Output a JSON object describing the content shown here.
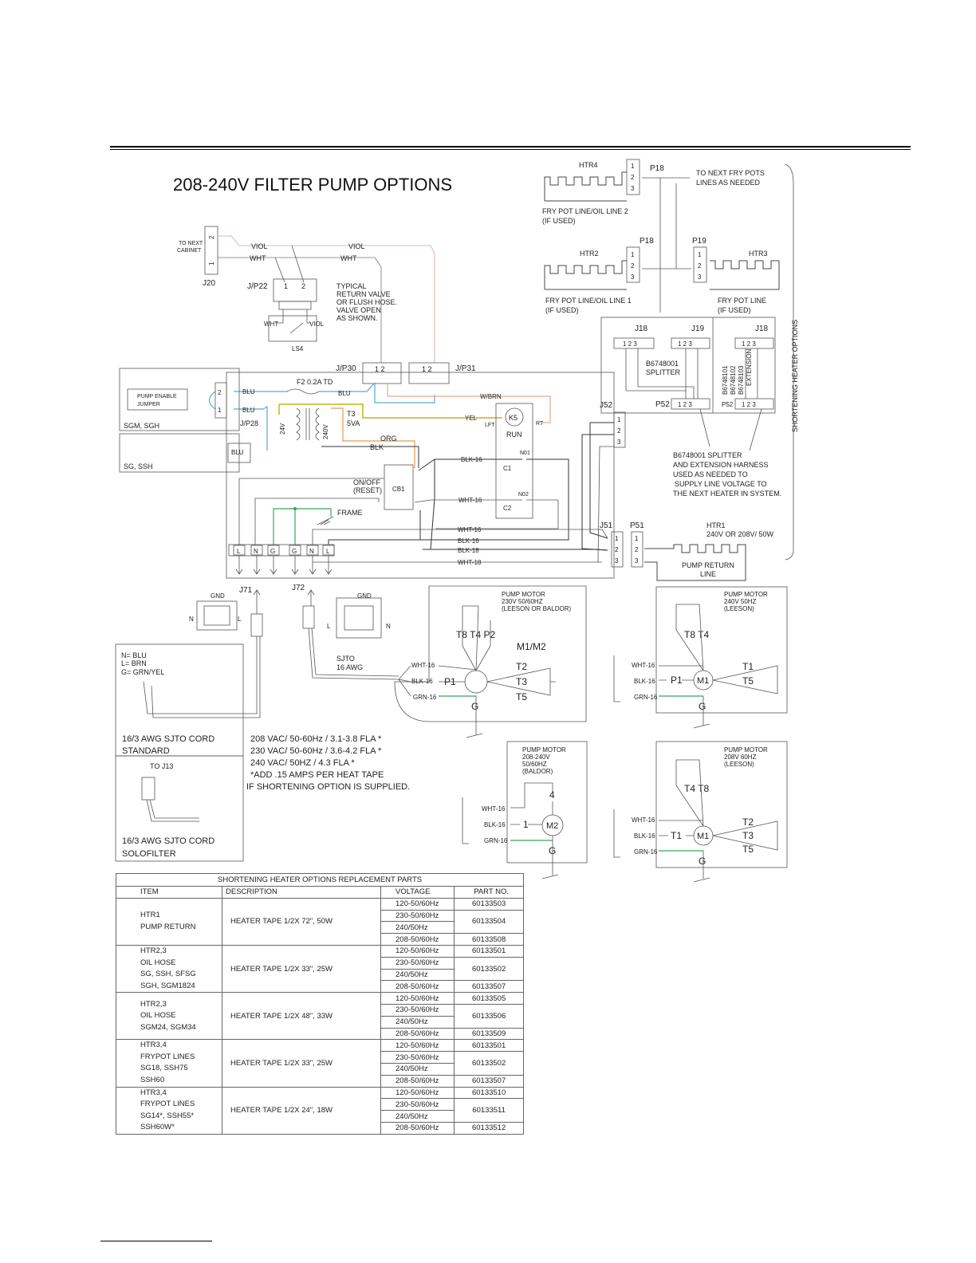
{
  "title": "208-240V FILTER PUMP OPTIONS",
  "side_label": "SHORTENING HEATER OPTIONS",
  "colors": {
    "blue": "#5aa9d6",
    "yellow": "#c9b21e",
    "orange": "#e39a52",
    "green": "#3aa55a",
    "pink": "#d7a0a0",
    "black": "#222222",
    "grey": "#888888"
  },
  "heaters": {
    "htr4": "HTR4",
    "htr2": "HTR2",
    "htr3": "HTR3",
    "htr1": "HTR1",
    "htr1_rating": "240V OR 208V/ 50W",
    "p18": "P18",
    "p19": "P19",
    "next_pots": "TO NEXT FRY POTS",
    "next_pots2": "LINES AS NEEDED",
    "line2": "FRY POT LINE/OIL LINE 2",
    "line2_used": "(IF USED)",
    "line1": "FRY POT LINE/OIL LINE 1",
    "line1_used": "(IF USED)",
    "line3": "FRY POT LINE",
    "line3_used": "(IF USED)",
    "j18a": "J18",
    "j19": "J19",
    "j18b": "J18",
    "pins": "1  2  3",
    "splitter1": "B6748001",
    "splitter2": "SPLITTER",
    "ext1": "B6748101",
    "ext2": "B6748102",
    "ext3": "B6748103",
    "ext4": "EXTENSION",
    "p52a": "P52",
    "p52b": "P52",
    "harness1": "B6748001 SPLITTER",
    "harness2": "AND EXTENSION HARNESS",
    "harness3": "USED AS NEEDED TO",
    "harness4": "SUPPLY LINE VOLTAGE TO",
    "harness5": "THE NEXT HEATER IN SYSTEM.",
    "pump_return1": "PUMP RETURN",
    "pump_return2": "LINE"
  },
  "valve": {
    "to_next1": "TO NEXT",
    "to_next2": "CABINET",
    "j20": "J20",
    "jp22": "J/P22",
    "viol": "VIOL",
    "wht": "WHT",
    "typ1": "TYPICAL",
    "typ2": "RETURN VALVE",
    "typ3": "OR FLUSH HOSE.",
    "typ4": "VALVE OPEN",
    "typ5": "AS SHOWN.",
    "ls4": "LS4"
  },
  "control": {
    "jp30": "J/P30",
    "jp31": "J/P31",
    "f2": "F2  0.2A TD",
    "blu": "BLU",
    "wbrn": "W/BRN",
    "yel": "YEL",
    "k5": "K5",
    "run": "RUN",
    "lft": "LFT",
    "rt": "RT",
    "t3": "T3",
    "t3va": "5VA",
    "v24": "24V",
    "v240": "240V",
    "org": "ORG",
    "blk": "BLK",
    "j52": "J52",
    "jumper1": "PUMP ENABLE",
    "jumper2": "JUMPER",
    "sgm": "SGM, SGH",
    "sg": "SG, SSH",
    "jp28": "J/P28",
    "onoff1": "ON/OFF",
    "onoff2": "(RESET)",
    "cb1": "CB1",
    "frame": "FRAME",
    "blk16": "BLK-16",
    "wht16": "WHT-16",
    "blk18": "BLK-18",
    "wht18": "WHT-18",
    "c1": "C1",
    "c2": "C2",
    "no1": "N01",
    "no2": "N02",
    "j51": "J51",
    "p51": "P51",
    "term_l": "L",
    "term_n": "N",
    "term_g": "G",
    "j71": "J71",
    "j72": "J72"
  },
  "cords": {
    "gnd": "GND",
    "n": "N",
    "l": "L",
    "sjto1": "SJTO",
    "sjto2": "16 AWG",
    "nblu": "N= BLU",
    "lbrn": "L= BRN",
    "ggy": "G= GRN/YEL",
    "std1": "16/3 AWG SJTO CORD",
    "std2": "STANDARD",
    "toj13": "TO J13",
    "solo1": "16/3 AWG SJTO CORD",
    "solo2": "SOLOFILTER"
  },
  "ratings": [
    "208 VAC/ 50-60Hz / 3.1-3.8 FLA *",
    "230 VAC/ 50-60Hz / 3.6-4.2 FLA *",
    "240 VAC/ 50HZ / 4.3 FLA *",
    "*ADD .15 AMPS PER HEAT TAPE",
    "IF SHORTENING OPTION IS SUPPLIED."
  ],
  "motors": {
    "m12": {
      "title1": "PUMP MOTOR",
      "title2": "230V 50/60HZ",
      "title3": "(LEESON OR BALDOR)",
      "name": "M1/M2",
      "taps": "T8  T4  P2",
      "p1": "P1",
      "t2": "T2",
      "t3": "T3",
      "t5": "T5",
      "g": "G",
      "wht": "WHT-16",
      "blk": "BLK-16",
      "grn": "GRN-16"
    },
    "m1a": {
      "title1": "PUMP MOTOR",
      "title2": "240V 50HZ",
      "title3": "(LEESON)",
      "name": "M1",
      "taps": "T8  T4",
      "p1": "P1",
      "t1": "T1",
      "t5": "T5",
      "g": "G",
      "wht": "WHT-16",
      "blk": "BLK-16",
      "grn": "GRN-16"
    },
    "m2": {
      "title1": "PUMP MOTOR",
      "title2": "208-240V",
      "title3": "50/60HZ",
      "title4": "(BALDOR)",
      "name": "M2",
      "tap4": "4",
      "tap1": "1",
      "g": "G",
      "wht": "WHT-16",
      "blk": "BLK-16",
      "grn": "GRN-16"
    },
    "m1b": {
      "title1": "PUMP MOTOR",
      "title2": "208V 60HZ",
      "title3": "(LEESON)",
      "name": "M1",
      "taps": "T4  T8",
      "t1": "T1",
      "t2": "T2",
      "t3": "T3",
      "t5": "T5",
      "g": "G",
      "wht": "WHT-16",
      "blk": "BLK-16",
      "grn": "GRN-16"
    }
  },
  "table": {
    "caption": "SHORTENING HEATER OPTIONS REPLACEMENT PARTS",
    "headers": [
      "ITEM",
      "DESCRIPTION",
      "VOLTAGE",
      "PART NO."
    ],
    "groups": [
      {
        "item": [
          "HTR1",
          "PUMP RETURN"
        ],
        "desc": "HEATER TAPE 1/2X 72\", 50W",
        "volts": [
          "120-50/60Hz",
          "230-50/60Hz",
          "240/50Hz",
          "208-50/60Hz"
        ],
        "parts": [
          "60133503",
          "60133504",
          "60133508"
        ]
      },
      {
        "item": [
          "HTR2,3",
          "OIL HOSE",
          "SG, SSH, SFSG",
          "SGH, SGM1824"
        ],
        "desc": "HEATER TAPE 1/2X 33\",  25W",
        "volts": [
          "120-50/60Hz",
          "230-50/60Hz",
          "240/50Hz",
          "208-50/60Hz"
        ],
        "parts": [
          "60133501",
          "60133502",
          "60133507"
        ]
      },
      {
        "item": [
          "HTR2,3",
          "OIL HOSE",
          "SGM24, SGM34"
        ],
        "desc": "HEATER TAPE 1/2X 48\",  33W",
        "volts": [
          "120-50/60Hz",
          "230-50/60Hz",
          "240/50Hz",
          "208-50/60Hz"
        ],
        "parts": [
          "60133505",
          "60133506",
          "60133509"
        ]
      },
      {
        "item": [
          "HTR3,4",
          "FRYPOT LINES",
          "SG18, SSH75",
          "SSH60"
        ],
        "desc": "HEATER TAPE 1/2X 33\",  25W",
        "volts": [
          "120-50/60Hz",
          "230-50/60Hz",
          "240/50Hz",
          "208-50/60Hz"
        ],
        "parts": [
          "60133501",
          "60133502",
          "60133507"
        ]
      },
      {
        "item": [
          "HTR3,4",
          "FRYPOT LINES",
          "SG14*, SSH55*",
          "SSH60W*"
        ],
        "desc": "HEATER TAPE 1/2X 24\",  18W",
        "volts": [
          "120-50/60Hz",
          "230-50/60Hz",
          "240/50Hz",
          "208-50/60Hz"
        ],
        "parts": [
          "60133510",
          "60133511",
          "60133512"
        ]
      }
    ]
  }
}
